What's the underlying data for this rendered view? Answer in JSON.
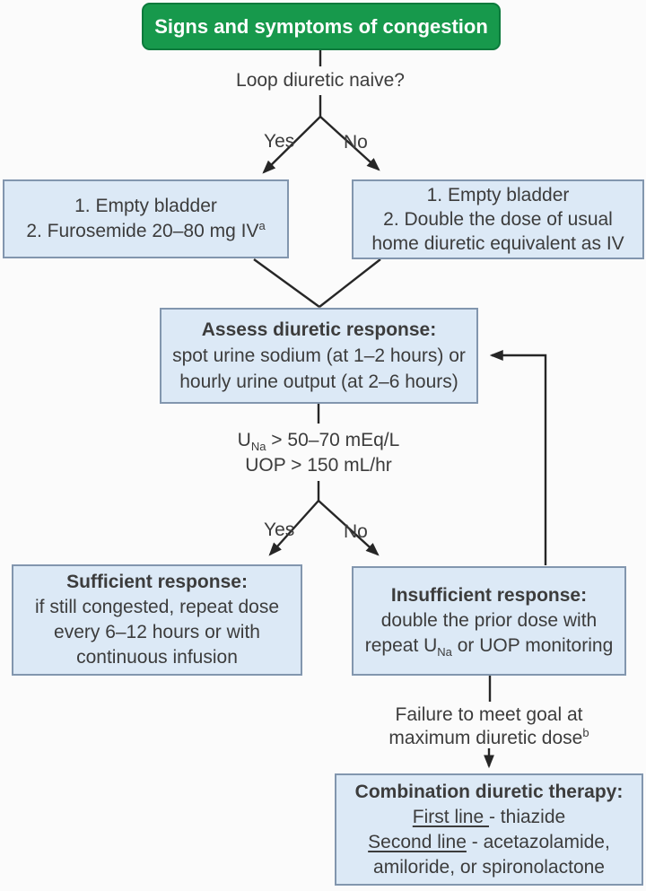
{
  "diagram": {
    "start": {
      "label": "Signs and symptoms of congestion"
    },
    "question_naive": {
      "label": "Loop diuretic naive?"
    },
    "branch1": {
      "yes": "Yes",
      "no": "No"
    },
    "box_naive_yes": {
      "line1": "1. Empty bladder",
      "line2": "2. Furosemide 20–80 mg IV",
      "line2_sup": "a"
    },
    "box_naive_no": {
      "line1": "1. Empty bladder",
      "line2": "2. Double the dose of usual",
      "line3": "home diuretic equivalent as IV"
    },
    "box_assess": {
      "title": "Assess diuretic response:",
      "line2": "spot urine sodium (at 1–2 hours) or",
      "line3": "hourly urine output (at 2–6 hours)"
    },
    "criteria": {
      "u_pre": "U",
      "u_sub": "Na",
      "u_post": " > 50–70 mEq/L",
      "line2": "UOP > 150 mL/hr"
    },
    "branch2": {
      "yes": "Yes",
      "no": "No"
    },
    "box_sufficient": {
      "title": "Sufficient response:",
      "line2": "if still congested, repeat dose",
      "line3": "every 6–12 hours or with",
      "line4": "continuous infusion"
    },
    "box_insufficient": {
      "title": "Insufficient response:",
      "line2": "double the prior dose with",
      "line3_pre": "repeat U",
      "line3_sub": "Na",
      "line3_post": " or UOP monitoring"
    },
    "failure_note": {
      "line1": "Failure to meet goal at",
      "line2": "maximum diuretic dose",
      "line2_sup": "b"
    },
    "box_combination": {
      "title": "Combination diuretic therapy:",
      "first_label": "First line ",
      "first_rest": "- thiazide",
      "second_label": "Second line",
      "second_rest": " - acetazolamide,",
      "line4": "amiloride, or spironolactone"
    }
  },
  "colors": {
    "green_fill": "#17994c",
    "green_border": "#0c7a3c",
    "blue_fill": "#dce9f6",
    "blue_border": "#8296ae",
    "line": "#262626",
    "text": "#3c3c3c"
  }
}
